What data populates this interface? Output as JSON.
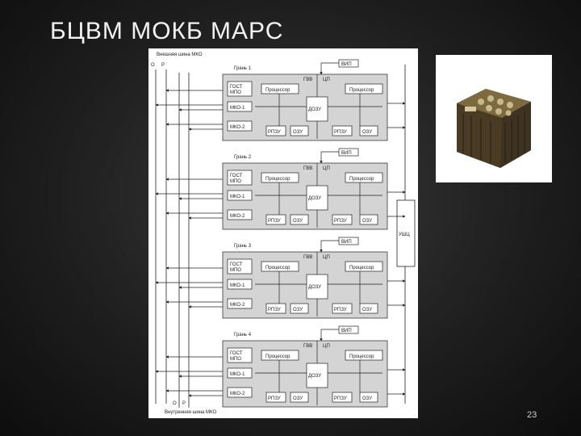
{
  "title": "БЦВМ МОКБ МАРС",
  "page_number": "23",
  "diagram": {
    "top_bus_label": "Внешняя шина МКО",
    "bottom_bus_label": "Внутренняя шина МКО",
    "bus_c_label": "О",
    "bus_r_label": "Р",
    "ush_label": "УШЦ",
    "faces": [
      {
        "label": "Грань 1",
        "vip": "ВИП",
        "gvv": "ГВВ",
        "cp": "ЦП",
        "proc_left": "Процессор",
        "proc_right": "Процессор",
        "ozu_dual": "ДОЗУ",
        "gost": "ГОСТ МПО",
        "mko1": "МКО-1",
        "mko2": "МКО-2",
        "rpzu_left": "РПЗУ",
        "ozu_left": "ОЗУ",
        "rpzu_right": "РПЗУ",
        "ozu_right": "ОЗУ"
      },
      {
        "label": "Грань 2",
        "vip": "ВИП",
        "gvv": "ГВВ",
        "cp": "ЦП",
        "proc_left": "Процессор",
        "proc_right": "Процессор",
        "ozu_dual": "ДОЗУ",
        "gost": "ГОСТ МПО",
        "mko1": "МКО-1",
        "mko2": "МКО-2",
        "rpzu_left": "РПЗУ",
        "ozu_left": "ОЗУ",
        "rpzu_right": "РПЗУ",
        "ozu_right": "ОЗУ"
      },
      {
        "label": "Грань 3",
        "vip": "ВИП",
        "gvv": "ГВВ",
        "cp": "ЦП",
        "proc_left": "Процессор",
        "proc_right": "Процессор",
        "ozu_dual": "ДОЗУ",
        "gost": "ГОСТ МПО",
        "mko1": "МКО-1",
        "mko2": "МКО-2",
        "rpzu_left": "РПЗУ",
        "ozu_left": "ОЗУ",
        "rpzu_right": "РПЗУ",
        "ozu_right": "ОЗУ"
      },
      {
        "label": "Грань 4",
        "vip": "ВИП",
        "gvv": "ГВВ",
        "cp": "ЦП",
        "proc_left": "Процессор",
        "proc_right": "Процессор",
        "ozu_dual": "ДОЗУ",
        "gost": "ГОСТ МПО",
        "mko1": "МКО-1",
        "mko2": "МКО-2",
        "rpzu_left": "РПЗУ",
        "ozu_left": "ОЗУ",
        "rpzu_right": "РПЗУ",
        "ozu_right": "ОЗУ"
      }
    ]
  }
}
